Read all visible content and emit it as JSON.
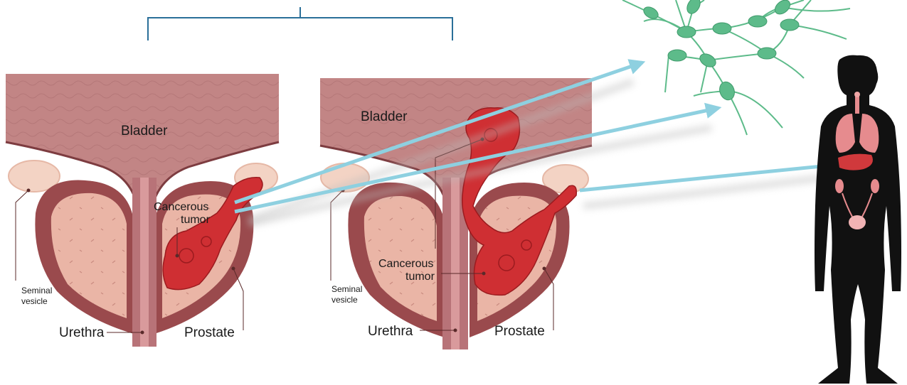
{
  "panel_left": {
    "bladder": "Bladder",
    "tumor_line1": "Cancerous",
    "tumor_line2": "tumor",
    "seminal_line1": "Seminal",
    "seminal_line2": "vesicle",
    "urethra": "Urethra",
    "prostate": "Prostate"
  },
  "panel_middle": {
    "bladder": "Bladder",
    "tumor_line1": "Cancerous",
    "tumor_line2": "tumor",
    "seminal_line1": "Seminal",
    "seminal_line2": "vesicle",
    "urethra": "Urethra",
    "prostate": "Prostate"
  },
  "colors": {
    "bracket": "#2a6f99",
    "arrow": "#8ed0e0",
    "bladder": "#c28585",
    "prostate_wall": "#9a4a4d",
    "prostate_tissue": "#eab5a6",
    "tumor": "#cf2f33",
    "lymph_node": "#5dbb8a",
    "silhouette": "#111111",
    "organs": "#e68b8e"
  },
  "icons": {
    "lymph_network": "lymph-node-network-icon",
    "body": "human-body-silhouette-icon"
  }
}
